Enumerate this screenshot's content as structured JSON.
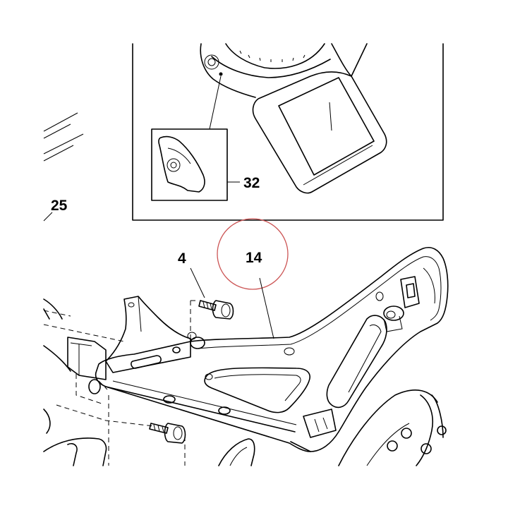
{
  "callouts": {
    "part_25": "25",
    "part_32": "32",
    "part_4": "4",
    "part_14": "14"
  },
  "colors": {
    "line": "#000000",
    "highlight_circle": "#cc5555",
    "background": "#ffffff"
  }
}
